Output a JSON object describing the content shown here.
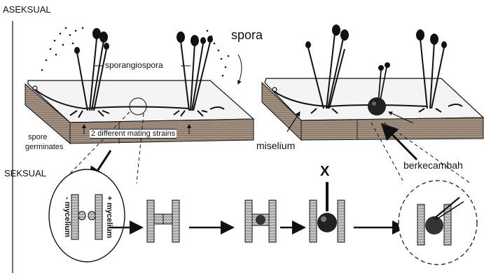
{
  "labels": {
    "aseksual": "ASEKSUAL",
    "seksual": "SEKSUAL",
    "spora": "spora",
    "sporangiospora": "sporangiospora",
    "spore_germinates_1": "spore",
    "spore_germinates_2": "germinates",
    "mating_strains": "2 different mating strains",
    "miselium": "miselium",
    "berkecambah": "berkecambah",
    "x_mark": "X",
    "minus_mycelium": "- mycelium",
    "plus_mycelium": "+ mycelium"
  },
  "colors": {
    "ink": "#111111",
    "block_top": "#f4f4f4",
    "block_side": "#a89684",
    "block_side_dark": "#6e5f52"
  }
}
